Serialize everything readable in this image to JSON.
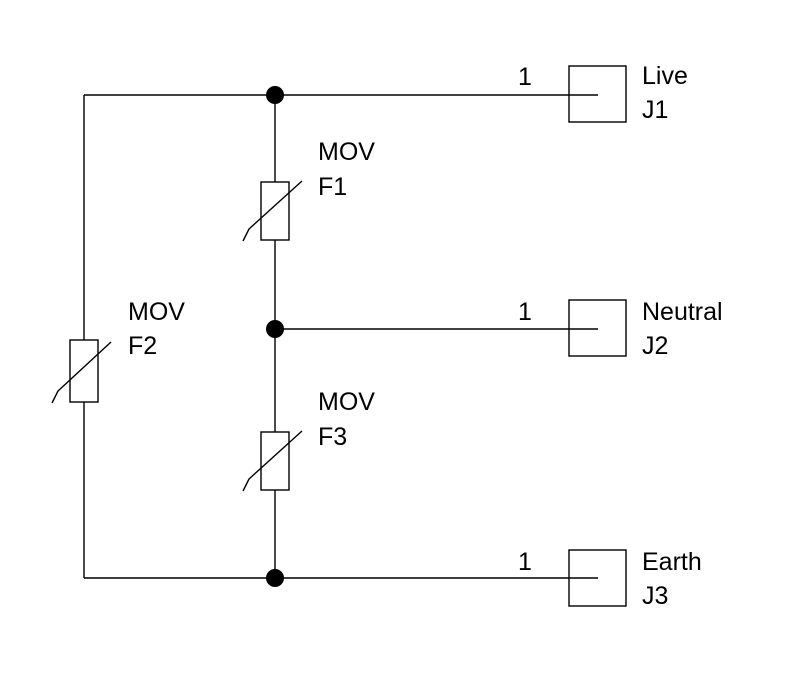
{
  "colors": {
    "wire": "#000000",
    "background": "#ffffff"
  },
  "components": {
    "F1": {
      "type": "MOV",
      "ref": "F1"
    },
    "F2": {
      "type": "MOV",
      "ref": "F2"
    },
    "F3": {
      "type": "MOV",
      "ref": "F3"
    }
  },
  "connectors": {
    "J1": {
      "name": "Live",
      "ref": "J1",
      "pin": "1"
    },
    "J2": {
      "name": "Neutral",
      "ref": "J2",
      "pin": "1"
    },
    "J3": {
      "name": "Earth",
      "ref": "J3",
      "pin": "1"
    }
  }
}
